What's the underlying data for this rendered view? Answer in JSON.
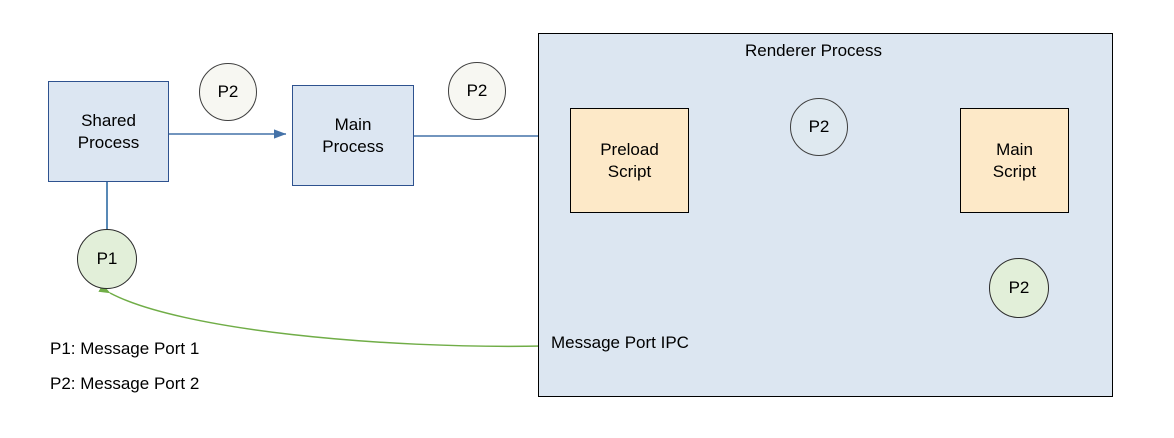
{
  "diagram": {
    "container": {
      "title": "Renderer Process"
    },
    "nodes": {
      "shared_process": "Shared\nProcess",
      "shared_process_line1": "Shared",
      "shared_process_line2": "Process",
      "main_process_line1": "Main",
      "main_process_line2": "Process",
      "preload_script_line1": "Preload",
      "preload_script_line2": "Script",
      "main_script_line1": "Main",
      "main_script_line2": "Script"
    },
    "ports": {
      "p2_shared_to_main": "P2",
      "p2_main_to_preload": "P2",
      "p2_preload_to_main_script": "P2",
      "p1_shared": "P1",
      "p2_main_script": "P2"
    },
    "edges": {
      "message_port_ipc": "Message Port IPC"
    },
    "legend": [
      "P1: Message Port 1",
      "P2: Message Port 2"
    ],
    "colors": {
      "process_fill": "#dce6f2",
      "process_border": "#2e528f",
      "script_fill": "#fde9c8",
      "script_border": "#000000",
      "container_fill": "#dce6f1",
      "container_border": "#000000",
      "port_green_fill": "#e2efd9",
      "port_ivory_fill": "#f7f7f2",
      "arrow_blue": "#4472a8",
      "arrow_green": "#70ad47"
    }
  }
}
